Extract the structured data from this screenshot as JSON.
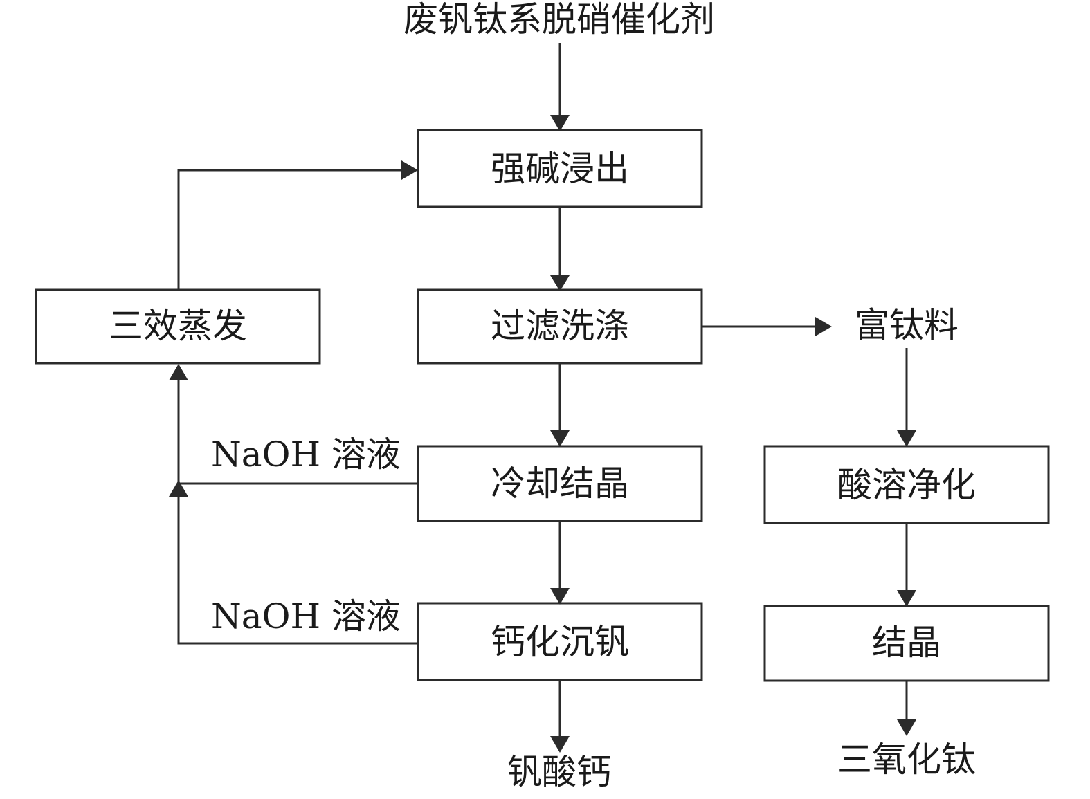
{
  "diagram": {
    "input_material": "废钒钛系脱硝催化剂",
    "steps": {
      "alkali_leaching": "强碱浸出",
      "filter_wash": "过滤洗涤",
      "cooling_crystallization": "冷却结晶",
      "calcium_vanadium_precipitation": "钙化沉钒",
      "triple_effect_evaporation": "三效蒸发",
      "acid_dissolution_purification": "酸溶净化",
      "crystallization": "结晶"
    },
    "intermediates": {
      "titanium_rich_material": "富钛料"
    },
    "outputs": {
      "calcium_vanadate": "钒酸钙",
      "titanium_trioxide": "三氧化钛"
    },
    "streams": {
      "naoh_from_cooling": "NaOH 溶液",
      "naoh_from_precipitation": "NaOH 溶液"
    },
    "colors": {
      "stroke": "#2b2b2b",
      "text": "#1a1a1a",
      "background": "#ffffff"
    }
  }
}
